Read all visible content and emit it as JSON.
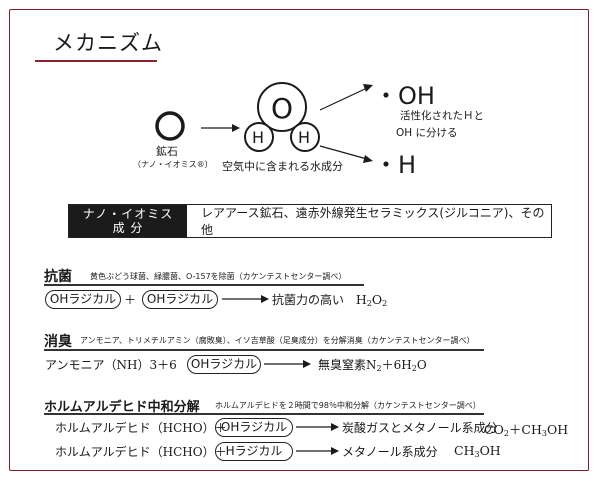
{
  "title": "メカニズム",
  "mechanism": {
    "ore_label": "鉱石",
    "ore_note": "（ナノ・イオミス®）",
    "water_note": "空気中に含まれる水成分",
    "molecule_o": "O",
    "molecule_h1": "H",
    "molecule_h2": "H",
    "product_oh": "・OH",
    "product_h": "・H",
    "note_line1": "活性化されたＨと",
    "note_line2": "OH に分ける"
  },
  "component_table": {
    "header_line1": "ナノ・イオミス",
    "header_line2": "成 分",
    "value": "レアアース鉱石、遠赤外線発生セラミックス(ジルコニア)、その他"
  },
  "antibacterial": {
    "heading": "抗菌",
    "note": "黄色ぶどう球菌、緑膿菌、O-157を除菌（カケンテストセンター調べ）",
    "radical1": "OHラジカル",
    "plus": "＋",
    "radical2": "OHラジカル",
    "result": "抗菌力の高い",
    "formula_main": "H",
    "formula_sub1": "2",
    "formula_mid": "O",
    "formula_sub2": "2"
  },
  "deodorize": {
    "heading": "消臭",
    "note": "アンモニア、トリメチルアミン（腐敗臭）、イソ吉草酸（足臭成分）を分解消臭（カケンテストセンター調べ）",
    "reactant": "アンモニア（NH）3＋6",
    "radical": "OHラジカル",
    "result_a": "無臭窒素N",
    "result_a_sub": "2",
    "result_b": "＋6H",
    "result_b_sub": "2",
    "result_c": "O"
  },
  "formaldehyde": {
    "heading": "ホルムアルデヒド中和分解",
    "note": "ホルムアルデヒドを２時間で98％中和分解（カケンテストセンター調べ）",
    "row1_reactant": "ホルムアルデヒド（HCHO）＋",
    "row1_radical": "OHラジカル",
    "row1_result": "炭酸ガスとメタノール系成分",
    "row1_formula_a": "CO",
    "row1_formula_a_sub": "2",
    "row1_formula_b": "＋CH",
    "row1_formula_b_sub": "3",
    "row1_formula_c": "OH",
    "row2_reactant": "ホルムアルデヒド（HCHO）＋",
    "row2_radical": "Hラジカル",
    "row2_result": "メタノール系成分",
    "row2_formula_a": "CH",
    "row2_formula_a_sub": "3",
    "row2_formula_c": "OH"
  }
}
